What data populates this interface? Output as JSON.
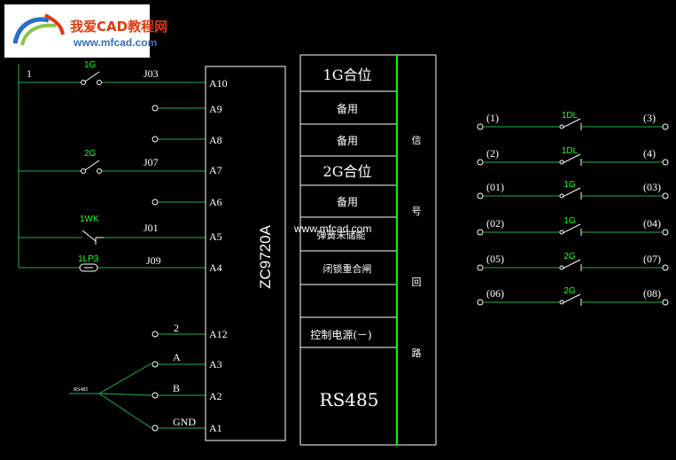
{
  "logo": {
    "title": "我爱CAD教程网",
    "url": "www.mfcad.com"
  },
  "watermark": "www.mfcad.com",
  "colors": {
    "wire": "#22b14c",
    "line": "#ffffff",
    "bus": "#00ff00",
    "background": "#000000"
  },
  "left_circuit": {
    "top_label": "1",
    "bottom_label": "2",
    "switches": [
      {
        "tag": "1G",
        "wire": "J03"
      },
      {
        "tag": "2G",
        "wire": "J07"
      },
      {
        "tag": "1WK",
        "wire": "J01"
      },
      {
        "tag": "1LP3",
        "wire": "J09"
      }
    ],
    "bus_terms": [
      "A",
      "B",
      "GND"
    ],
    "bus_label": "RS485"
  },
  "device": {
    "model": "ZC9720A",
    "pins": [
      "A10",
      "A9",
      "A8",
      "A7",
      "A6",
      "A5",
      "A4",
      "A12",
      "A3",
      "A2",
      "A1"
    ]
  },
  "signal_table": {
    "rows": [
      "1G合位",
      "备用",
      "备用",
      "2G合位",
      "备用",
      "弹簧未储能",
      "闭锁重合闸",
      "",
      "控制电源(－)",
      "RS485"
    ],
    "side_label": [
      "信",
      "号",
      "回",
      "路"
    ]
  },
  "contacts": [
    {
      "left": "(1)",
      "tag": "1DL",
      "right": "(3)"
    },
    {
      "left": "(2)",
      "tag": "1DL",
      "right": "(4)"
    },
    {
      "left": "(01)",
      "tag": "1G",
      "right": "(03)"
    },
    {
      "left": "(02)",
      "tag": "1G",
      "right": "(04)"
    },
    {
      "left": "(05)",
      "tag": "2G",
      "right": "(07)"
    },
    {
      "left": "(06)",
      "tag": "2G",
      "right": "(08)"
    }
  ]
}
